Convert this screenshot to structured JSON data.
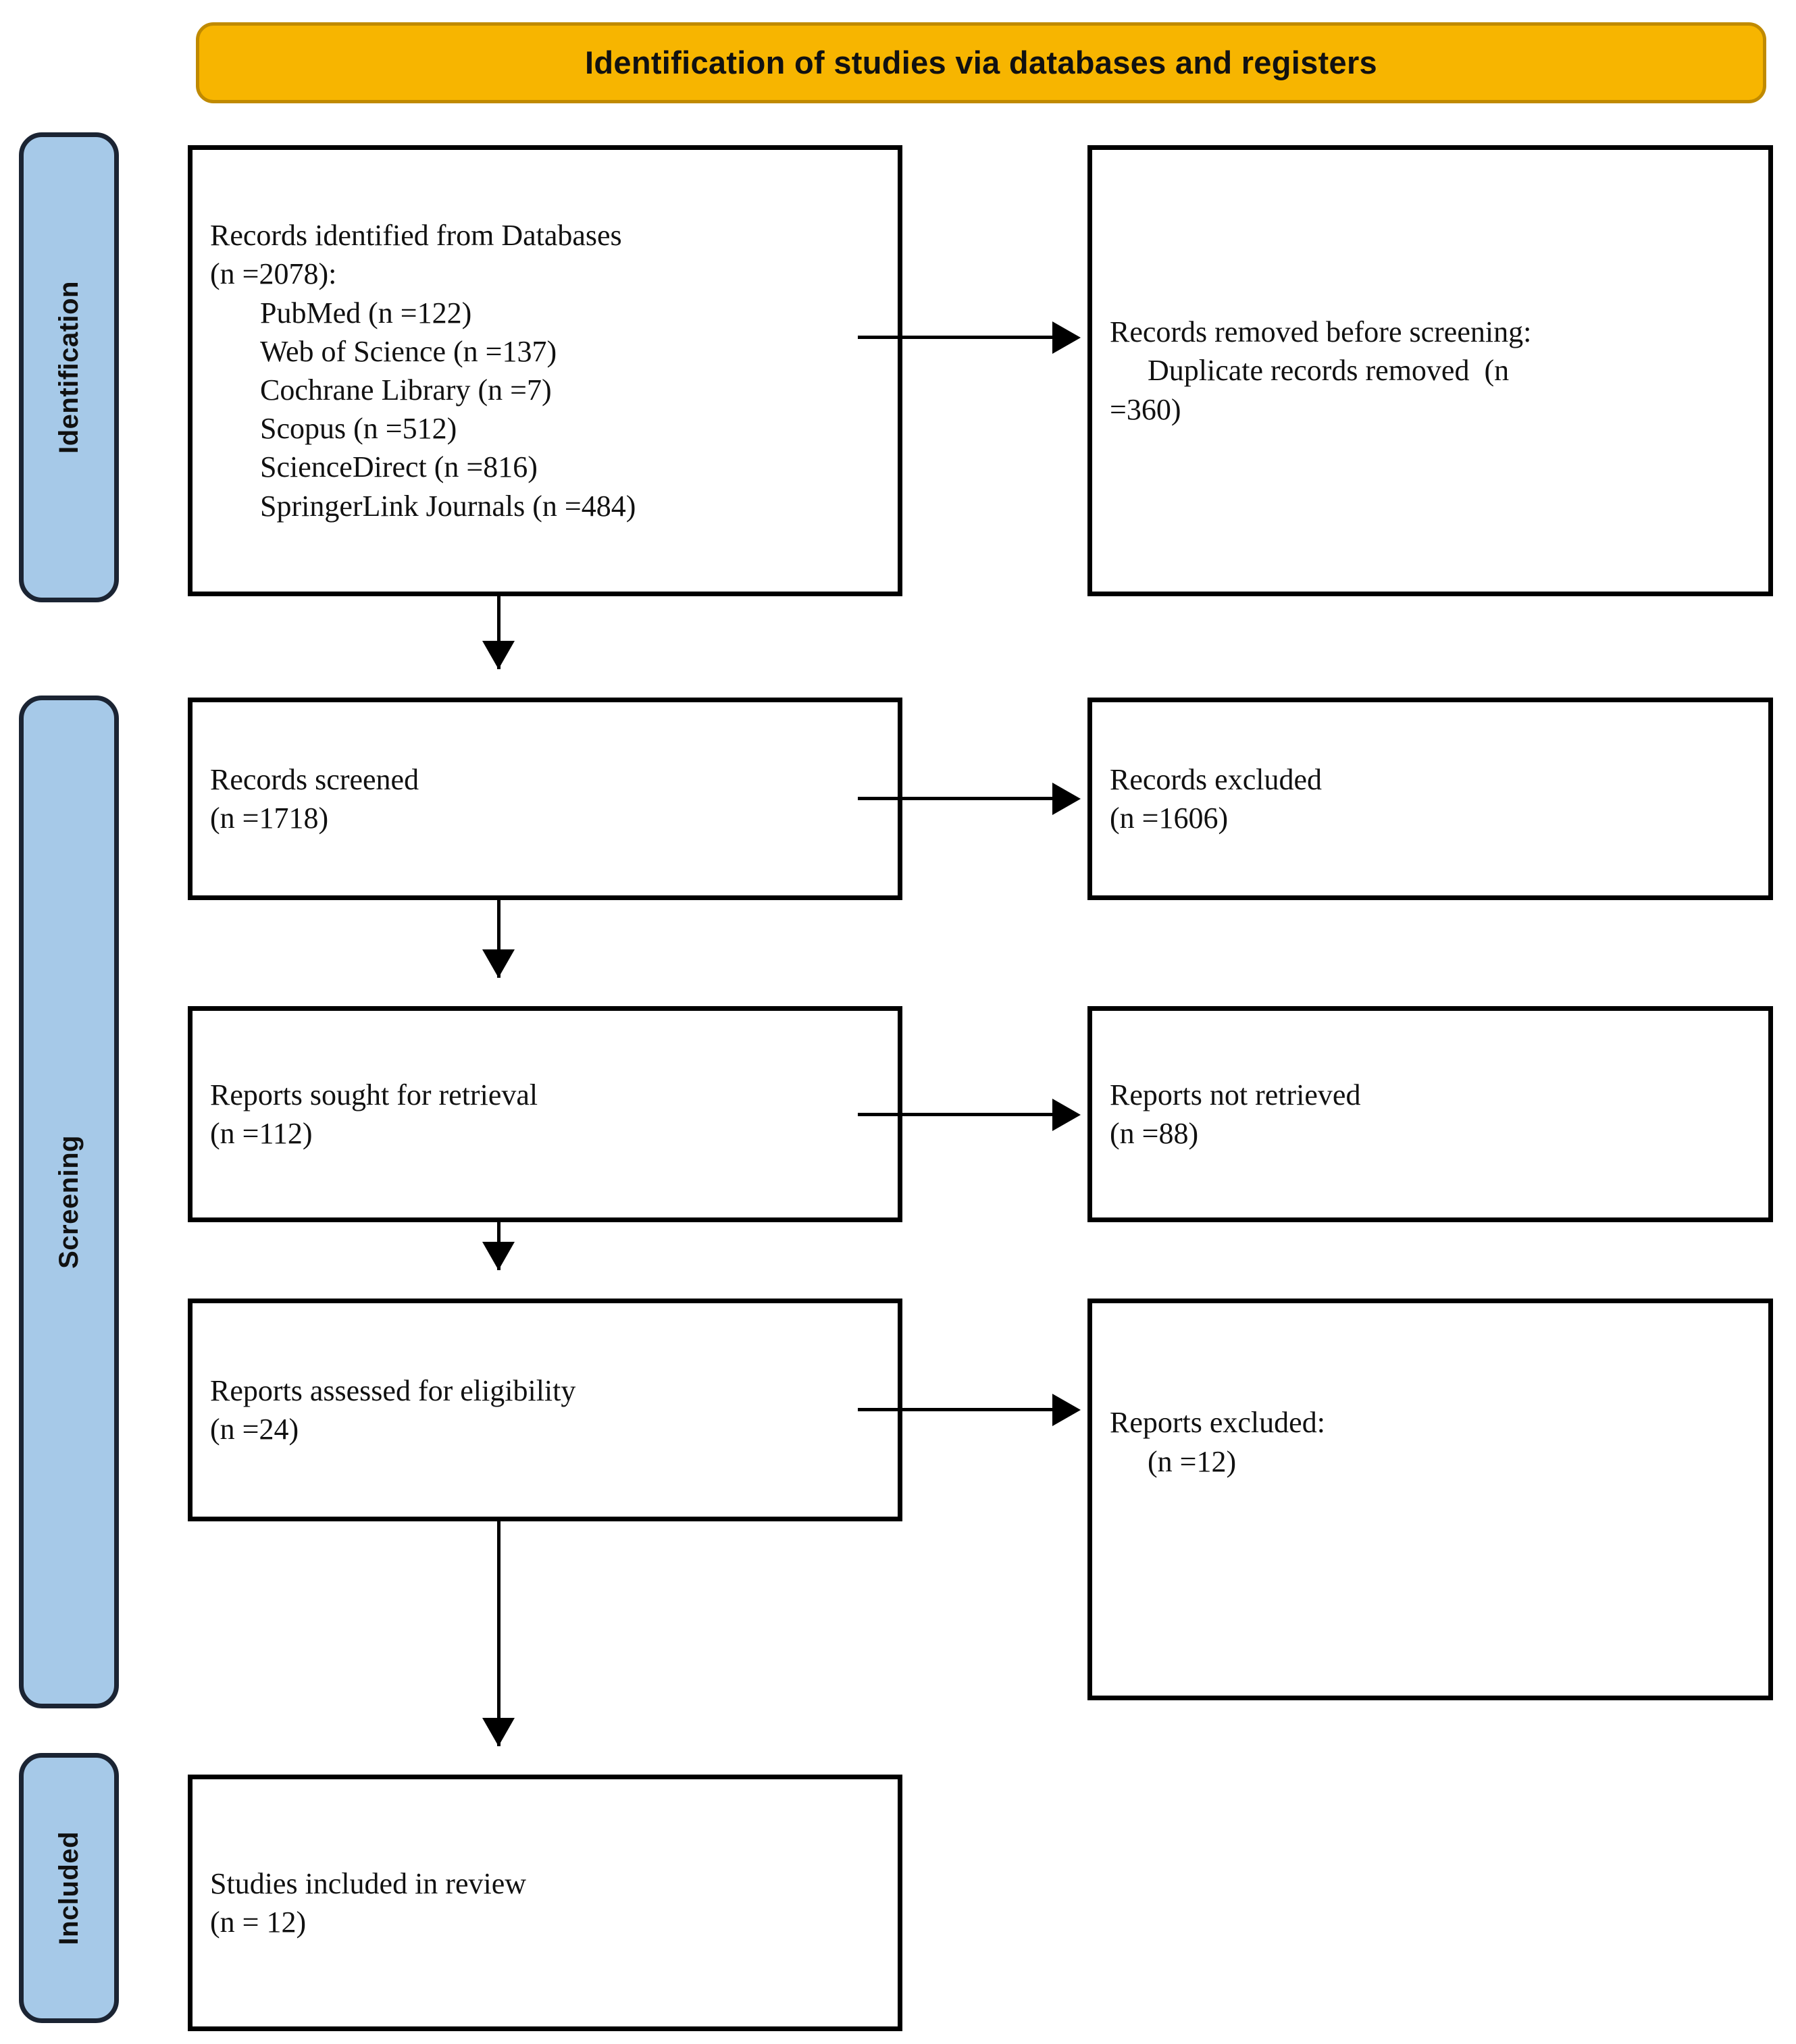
{
  "banner": {
    "title": "Identification of studies via databases and registers"
  },
  "stages": [
    {
      "id": "identification",
      "label": "Identification"
    },
    {
      "id": "screening",
      "label": "Screening"
    },
    {
      "id": "included",
      "label": "Included"
    }
  ],
  "boxes": {
    "identified": {
      "heading": "Records identified from Databases",
      "count": "(n =2078):",
      "sources": [
        "PubMed (n =122)",
        "Web of Science (n =137)",
        "Cochrane Library (n =7)",
        "Scopus (n =512)",
        "ScienceDirect (n =816)",
        "SpringerLink Journals (n =484)"
      ]
    },
    "removed": {
      "heading": "Records removed before screening:",
      "detail_line1": "Duplicate records removed  (n",
      "detail_line2": "=360)"
    },
    "screened": {
      "heading": "Records screened",
      "count": "(n =1718)"
    },
    "excluded_records": {
      "heading": "Records excluded",
      "count": "(n =1606)"
    },
    "sought": {
      "heading": "Reports sought for retrieval",
      "count": "(n =112)"
    },
    "not_retrieved": {
      "heading": "Reports not retrieved",
      "count": "(n =88)"
    },
    "assessed": {
      "heading": "Reports assessed for eligibility",
      "count": "(n =24)"
    },
    "excluded_reports": {
      "heading": "Reports excluded:",
      "count": "(n =12)"
    },
    "included": {
      "heading": "Studies included in review",
      "count": "(n = 12)"
    }
  },
  "colors": {
    "banner_fill": "#F7B500",
    "banner_border": "#C08A00",
    "pill_fill": "#A6C9E8",
    "pill_border": "#1B2433",
    "box_border": "#000000",
    "text": "#111111"
  }
}
